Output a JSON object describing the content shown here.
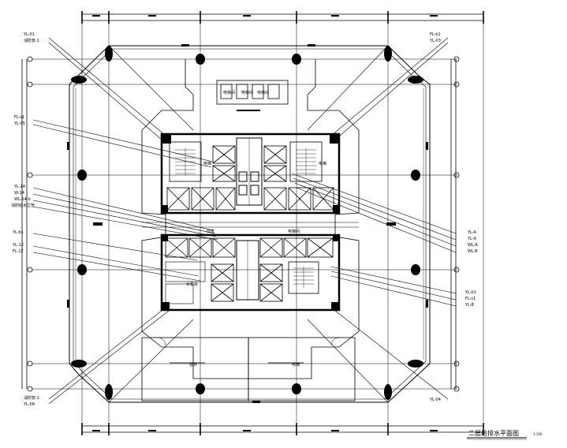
{
  "drawing": {
    "title": "二层给排水平面图",
    "scale": "1:100"
  },
  "labels": {
    "tl_01": "YL-01",
    "tl_02": "消防管-1",
    "tr_01": "FL-b1",
    "tr_02": "YL-03",
    "l_01": "FL-s1",
    "l_02": "YL-05",
    "l_03": "YL-14",
    "l_04": "W-14",
    "l_05": "WL-14-b",
    "l_06": "消防给水立管",
    "l_07": "YL-b1",
    "l_08": "YL-12",
    "l_09": "FL-12",
    "r_01": "YL-A",
    "r_02": "YL-A",
    "r_03": "WL-A",
    "r_04": "WL-B",
    "r_05": "YL-b1",
    "r_06": "FL-s1",
    "r_07": "YL-B",
    "bl_01": "消防管-2",
    "bl_02": "YL-08",
    "br_01": "YL-04",
    "room_1": "电梯间",
    "room_2": "电梯间",
    "room_3": "电梯间",
    "room_4": "电梯间",
    "room_5": "前室",
    "room_6": "水泵房",
    "room_7": "管井",
    "room_8": "电梯",
    "room_9": "电梯",
    "room_10": "电梯"
  }
}
